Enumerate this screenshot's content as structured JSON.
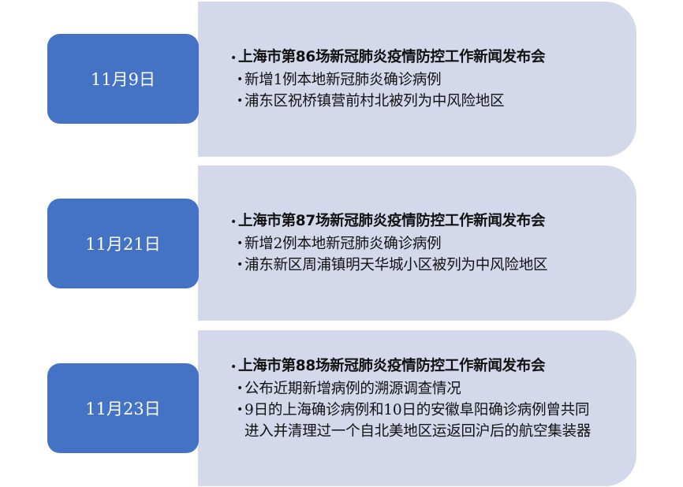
{
  "colors": {
    "date_box_fill": "#4472C4",
    "panel_fill": "#D3D8EB",
    "date_text": "#FFFFFF",
    "body_text": "#111111"
  },
  "bullet_glyph": "•",
  "events": [
    {
      "date": "11月9日",
      "headline": "上海市第86场新冠肺炎疫情防控工作新闻发布会",
      "items": [
        "新增1例本地新冠肺炎确诊病例",
        "浦东区祝桥镇营前村北被列为中风险地区"
      ]
    },
    {
      "date": "11月21日",
      "headline": "上海市第87场新冠肺炎疫情防控工作新闻发布会",
      "items": [
        "新增2例本地新冠肺炎确诊病例",
        "浦东新区周浦镇明天华城小区被列为中风险地区"
      ]
    },
    {
      "date": "11月23日",
      "headline": "上海市第88场新冠肺炎疫情防控工作新闻发布会",
      "items": [
        "公布近期新增病例的溯源调查情况",
        "9日的上海确诊病例和10日的安徽阜阳确诊病例曾共同进入并清理过一个自北美地区运返回沪后的航空集装器"
      ]
    }
  ]
}
